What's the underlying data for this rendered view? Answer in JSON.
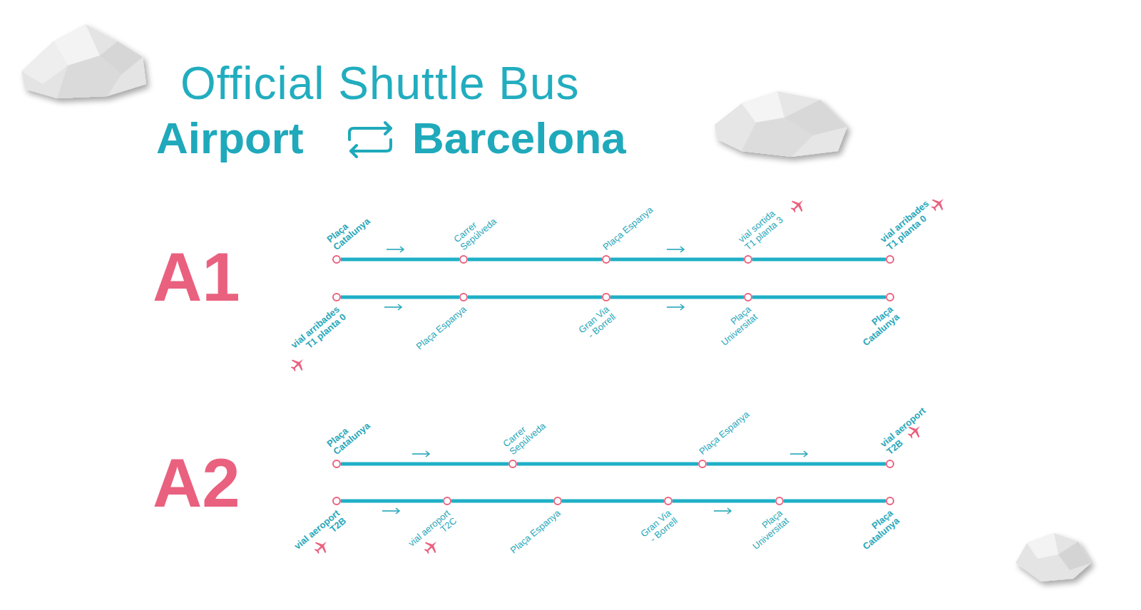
{
  "diagram": {
    "title": "Official Shuttle Bus",
    "nodes": [
      {
        "text": [
          "Plaça Catalunya"
        ]
      },
      {
        "text": [
          "Carrer Sepúlveda"
        ]
      },
      {
        "text": [
          "Plaça Espanya"
        ]
      },
      {
        "text": [
          "vial sortida T1 planta 3"
        ]
      },
      {
        "text": [
          "vial arribades T1 planta 0"
        ]
      },
      {
        "text": [
          "vial arribades T1 planta 0"
        ]
      },
      {
        "text": [
          "Plaça Espanya"
        ]
      },
      {
        "text": [
          "Gran Via - Borrell"
        ]
      },
      {
        "text": [
          "Plaça Universitat"
        ]
      },
      {
        "text": [
          "Plaça Catalunya"
        ]
      },
      {
        "text": [
          "Plaça Catalunya"
        ]
      },
      {
        "text": [
          "Carrer Sepúlveda"
        ]
      },
      {
        "text": [
          "Plaça Espanya"
        ]
      },
      {
        "text": [
          "vial aeroport T2B"
        ]
      },
      {
        "text": [
          "vial aeroport T2B"
        ]
      },
      {
        "text": [
          "vial aeroport T2C"
        ]
      },
      {
        "text": [
          "Plaça Espanya"
        ]
      },
      {
        "text": [
          "Gran Via - Borrell"
        ]
      },
      {
        "text": [
          "Plaça Universitat"
        ]
      },
      {
        "text": [
          "Plaça Catalunya"
        ]
      }
    ],
    "edges": [
      {
        "from": 0,
        "to": 1,
        "arrow": "none"
      },
      {
        "from": 1,
        "to": 2,
        "arrow": "none"
      },
      {
        "from": 2,
        "to": 3,
        "arrow": "none"
      },
      {
        "from": 3,
        "to": 4,
        "arrow": "none"
      },
      {
        "from": 5,
        "to": 6,
        "arrow": "none"
      },
      {
        "from": 6,
        "to": 7,
        "arrow": "none"
      },
      {
        "from": 7,
        "to": 8,
        "arrow": "none"
      },
      {
        "from": 8,
        "to": 9,
        "arrow": "none"
      },
      {
        "from": 10,
        "to": 11,
        "arrow": "none"
      },
      {
        "from": 11,
        "to": 12,
        "arrow": "none"
      },
      {
        "from": 12,
        "to": 13,
        "arrow": "none"
      },
      {
        "from": 14,
        "to": 15,
        "arrow": "none"
      },
      {
        "from": 15,
        "to": 16,
        "arrow": "none"
      },
      {
        "from": 16,
        "to": 17,
        "arrow": "none"
      },
      {
        "from": 17,
        "to": 18,
        "arrow": "none"
      },
      {
        "from": 18,
        "to": 19,
        "arrow": "none"
      }
    ],
    "labels": [
      "Airport",
      "Barcelona",
      "A1",
      "A2"
    ]
  }
}
